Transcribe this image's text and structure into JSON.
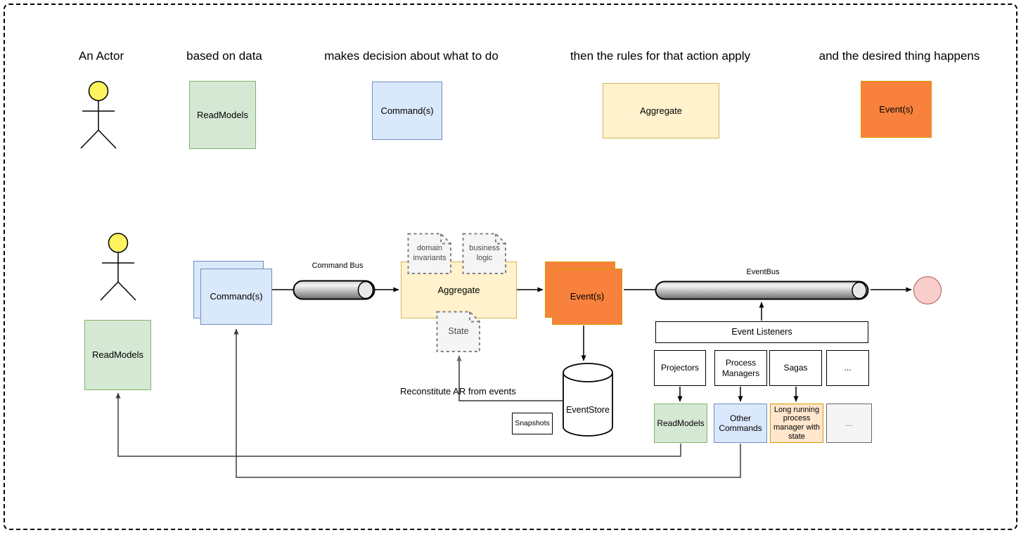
{
  "colors": {
    "green_fill": "#d5e8d4",
    "green_border": "#82b366",
    "blue_fill": "#dae8fc",
    "blue_border": "#6c8ebf",
    "yellow_fill": "#fff2cc",
    "yellow_border": "#d6b656",
    "orange_fill": "#f7813d",
    "orange_border": "#d79b00",
    "peach_fill": "#ffe6cc",
    "peach_border": "#d79b00",
    "gray_fill": "#f5f5f5",
    "gray_border": "#666666",
    "pink_fill": "#f8cecc",
    "pink_border": "#b85450",
    "actor_head": "#fdf45f"
  },
  "title_row": {
    "labels": [
      "An Actor",
      "based on data",
      "makes decision about what to do",
      "then the rules for that action apply",
      "and the desired thing happens"
    ],
    "boxes": [
      "ReadModels",
      "Command(s)",
      "Aggregate",
      "Event(s)"
    ]
  },
  "flow": {
    "read_models": "ReadModels",
    "commands": "Command(s)",
    "command_bus_label": "Command Bus",
    "aggregate": "Aggregate",
    "note_domain_invariants": "domain invariants",
    "note_business_logic": "business logic",
    "note_state": "State",
    "events": "Event(s)",
    "event_bus_label": "EventBus",
    "event_listeners": "Event Listeners",
    "event_store": "EventStore",
    "snapshots": "Snapshots",
    "reconstitute_label": "Reconstitute AR from events",
    "listeners": [
      "Projectors",
      "Process Managers",
      "Sagas",
      "..."
    ],
    "listener_outputs": [
      "ReadModels",
      "Other Commands",
      "Long running process manager with state",
      "..."
    ]
  }
}
